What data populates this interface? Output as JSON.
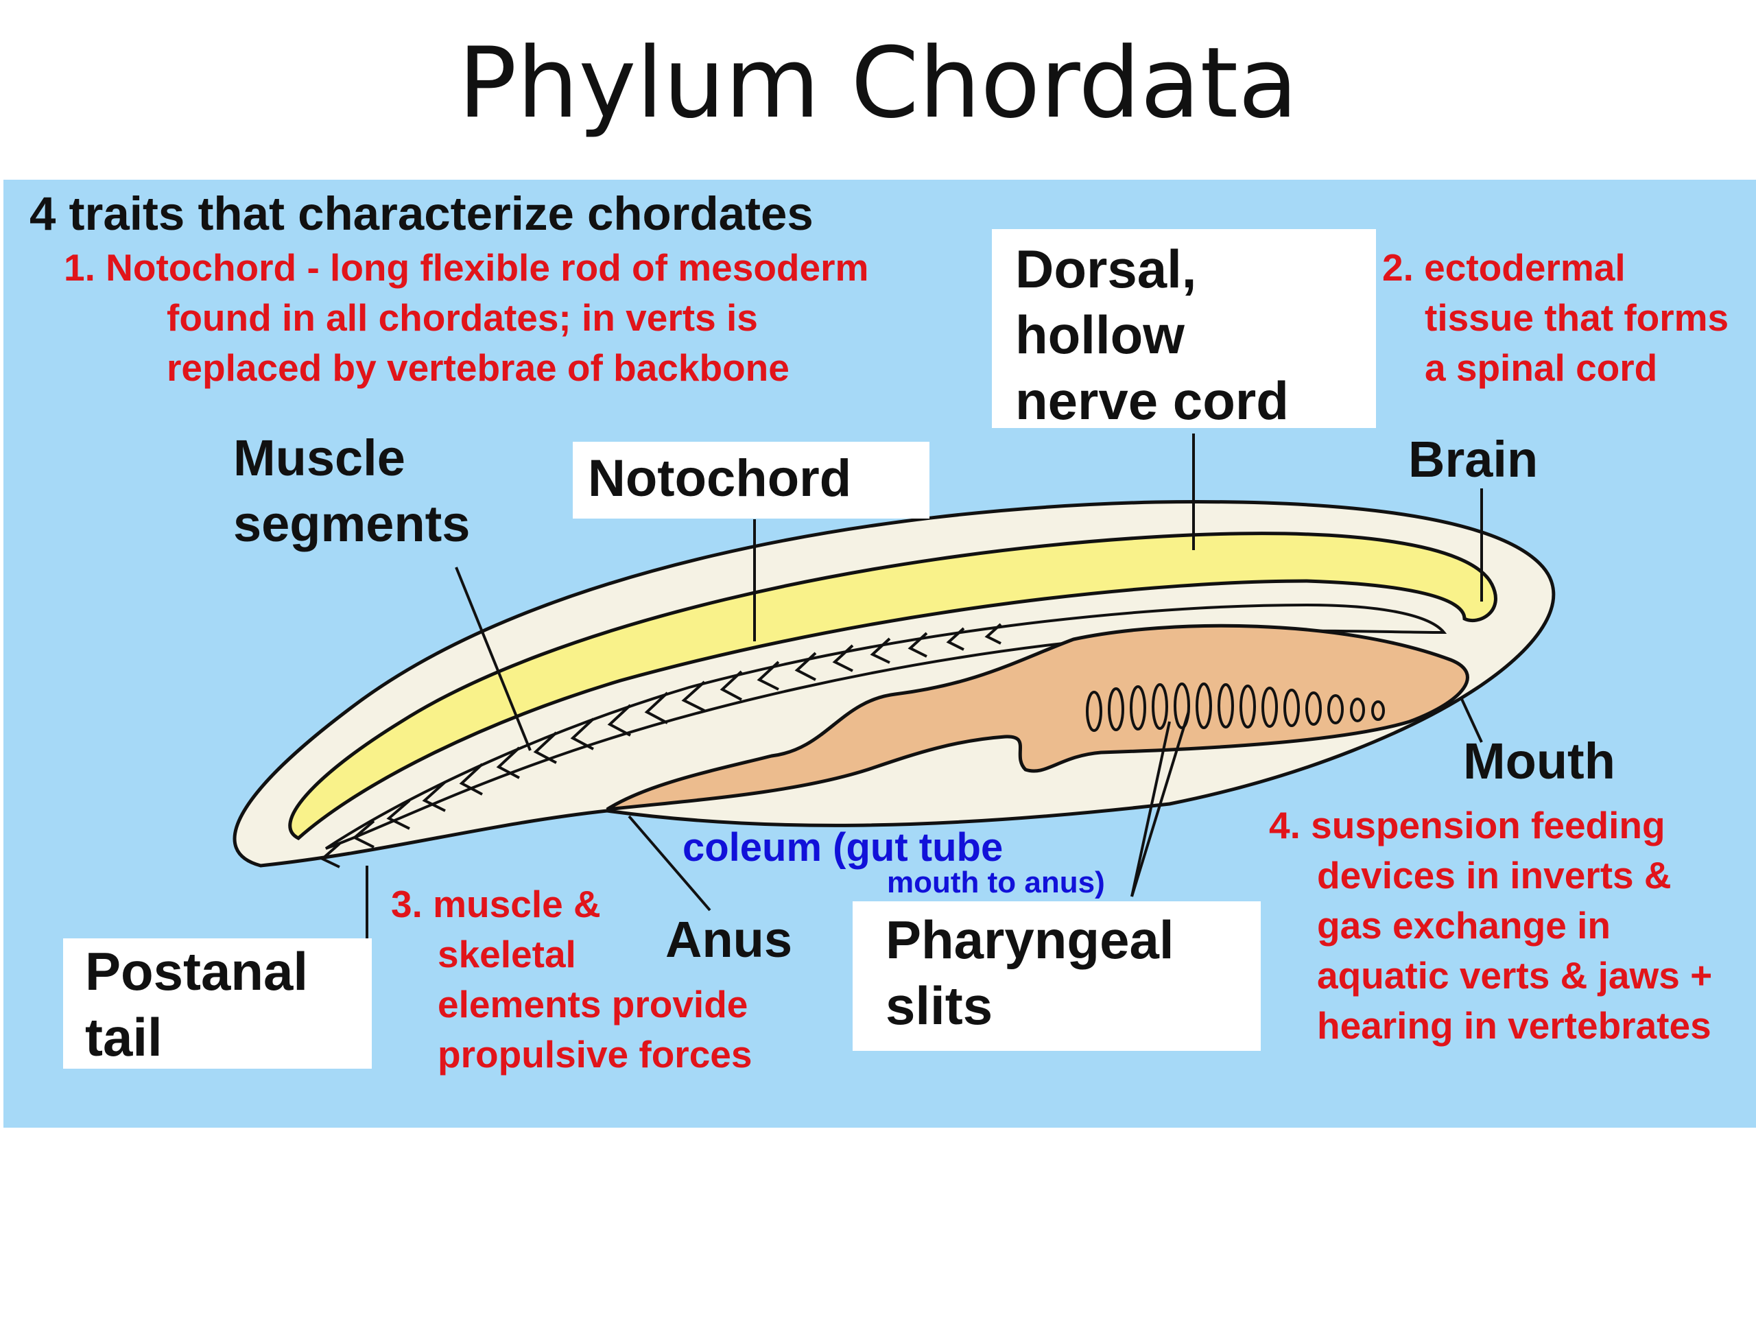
{
  "title": "Phylum Chordata",
  "diagram": {
    "heading": "4 traits that characterize chordates",
    "trait1": [
      "1. Notochord - long flexible rod of mesoderm",
      "found in all chordates; in verts is",
      "replaced by vertebrae of backbone"
    ],
    "trait2": [
      "2. ectodermal",
      "tissue that forms",
      "a spinal cord"
    ],
    "trait3": [
      "3. muscle &",
      "skeletal",
      "elements provide",
      "propulsive forces"
    ],
    "trait4": [
      "4. suspension feeding",
      "devices in inverts &",
      "gas exchange in",
      "aquatic verts & jaws +",
      "hearing in vertebrates"
    ],
    "labels": {
      "dorsal_cord": [
        "Dorsal,",
        "hollow",
        "nerve cord"
      ],
      "notochord": "Notochord",
      "muscle_segments": [
        "Muscle",
        "segments"
      ],
      "brain": "Brain",
      "mouth": "Mouth",
      "anus": "Anus",
      "pharyngeal_slits": [
        "Pharyngeal",
        "slits"
      ],
      "postanal_tail": [
        "Postanal",
        "tail"
      ],
      "coleum": "coleum (gut tube",
      "coleum_sub": "mouth to anus)"
    },
    "colors": {
      "background": "#a6d9f7",
      "red_text": "#e1141a",
      "blue_text": "#1111d9",
      "nerve_cord": "#f9f28a",
      "body": "#f5f2e4",
      "gut": "#ecbc8e",
      "outline": "#111111"
    }
  }
}
